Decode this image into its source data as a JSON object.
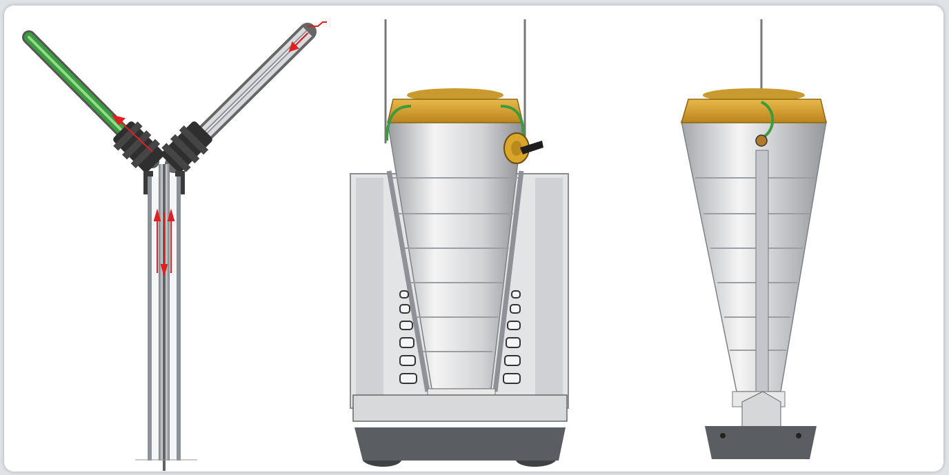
{
  "figure": {
    "panels": [
      {
        "id": "pipe-junction",
        "depicts": "y-pipe-junction-cross-section"
      },
      {
        "id": "feeder-front",
        "depicts": "conical-feeder-front-view"
      },
      {
        "id": "feeder-side",
        "depicts": "conical-feeder-side-view"
      }
    ],
    "colors": {
      "background": "#dfe3e8",
      "frame": "#ffffff",
      "feed_pipe": "#3d9b3d",
      "flow_arrows": "#e02020",
      "lid": "#d9a52b",
      "cone": "#dcdcdc",
      "pipe": "#b9bec4",
      "fittings": "#3a3a3a"
    },
    "icons": [
      "flow-arrow-icon"
    ]
  }
}
